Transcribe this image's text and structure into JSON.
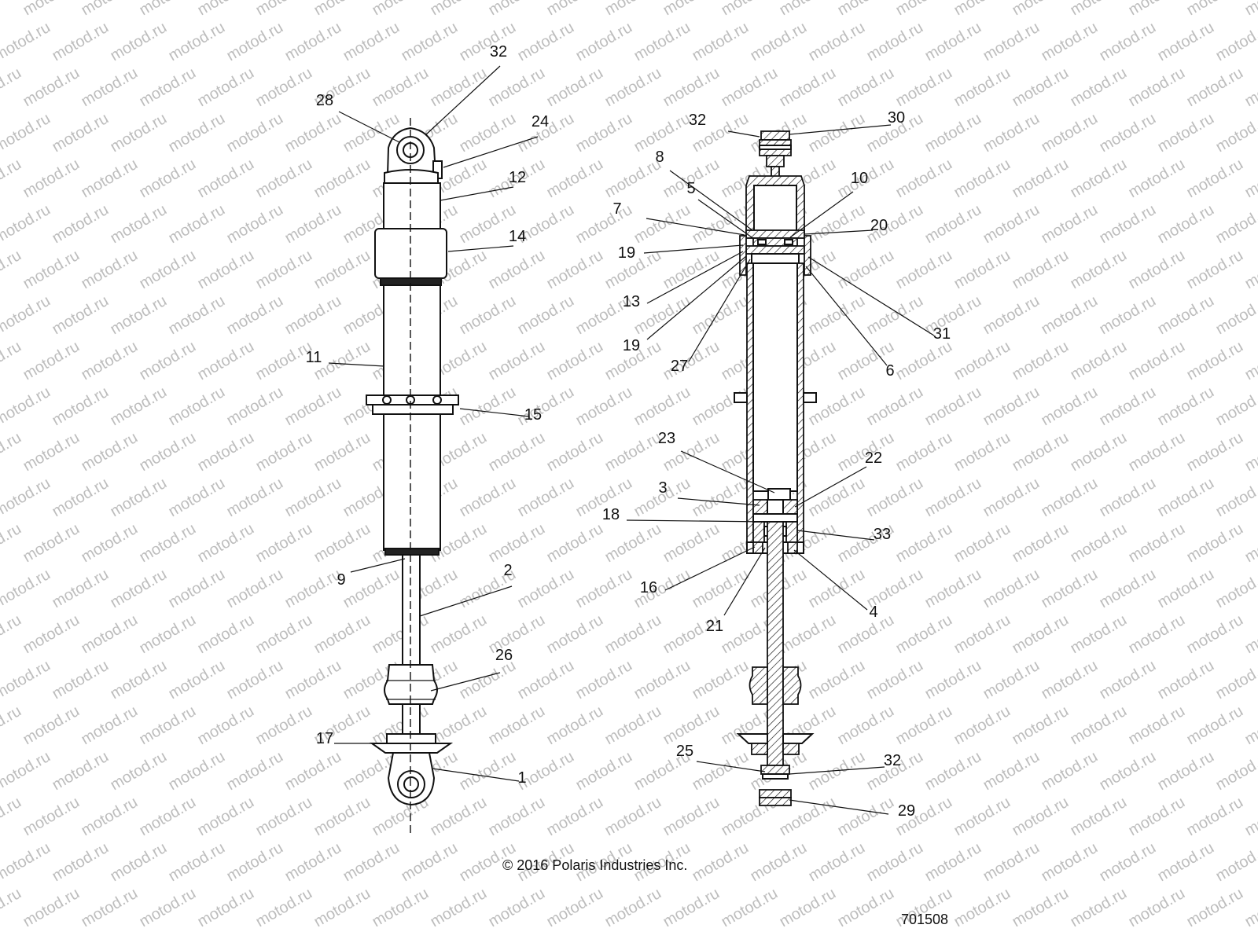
{
  "watermark": "motod.ru",
  "copyright": "© 2016 Polaris Industries Inc.",
  "diagram_id": "701508",
  "callouts_left": [
    "32",
    "28",
    "24",
    "12",
    "14",
    "11",
    "15",
    "9",
    "2",
    "26",
    "17",
    "1"
  ],
  "callouts_right": [
    "32",
    "30",
    "8",
    "10",
    "5",
    "7",
    "20",
    "19",
    "13",
    "31",
    "19",
    "6",
    "27",
    "23",
    "22",
    "3",
    "18",
    "33",
    "16",
    "4",
    "21",
    "25",
    "32",
    "29"
  ],
  "colors": {
    "ink": "#111111",
    "watermark": "#bdbdbd",
    "background": "#ffffff"
  }
}
